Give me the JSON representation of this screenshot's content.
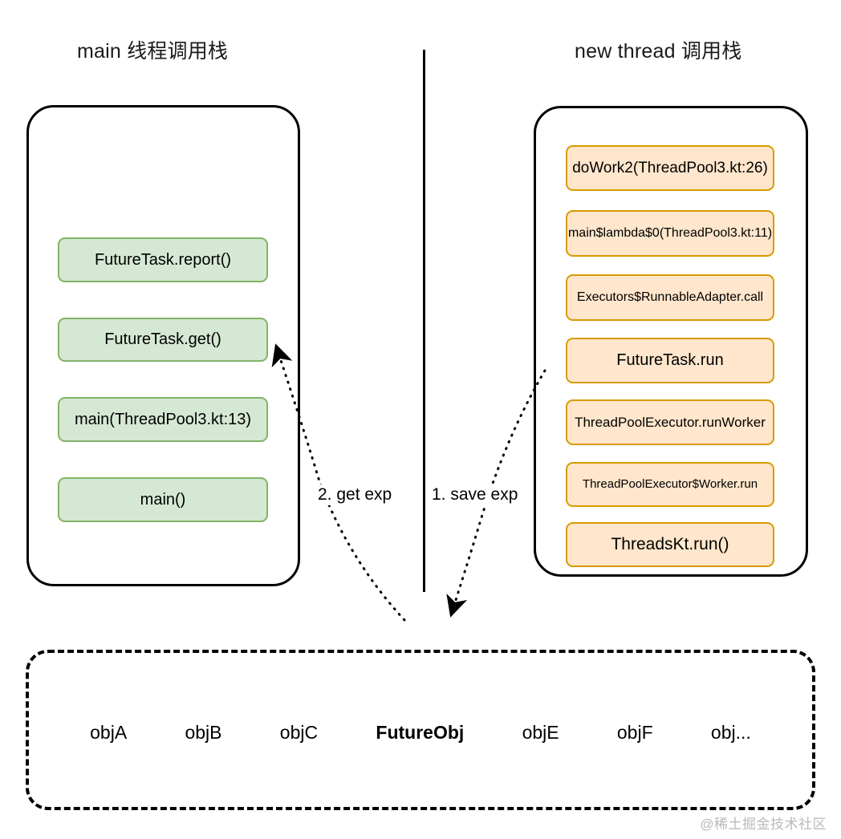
{
  "diagram": {
    "titles": {
      "left": "main 线程调用栈",
      "right": "new thread 调用栈"
    },
    "left_stack": {
      "name": "main-thread-call-stack",
      "frames": [
        {
          "label": "FutureTask.report()"
        },
        {
          "label": "FutureTask.get()"
        },
        {
          "label": "main(ThreadPool3.kt:13)"
        },
        {
          "label": "main()"
        }
      ]
    },
    "right_stack": {
      "name": "new-thread-call-stack",
      "frames": [
        {
          "label": "doWork2(ThreadPool3.kt:26)"
        },
        {
          "label": "main$lambda$0(ThreadPool3.kt:11)"
        },
        {
          "label": "Executors$RunnableAdapter.call"
        },
        {
          "label": "FutureTask.run"
        },
        {
          "label": "ThreadPoolExecutor.runWorker"
        },
        {
          "label": "ThreadPoolExecutor$Worker.run"
        },
        {
          "label": "ThreadsKt.run()"
        }
      ]
    },
    "arrows": [
      {
        "label": "2. get exp",
        "from": "heap-future-obj",
        "to": "FutureTask.get()"
      },
      {
        "label": "1. save exp",
        "from": "FutureTask.run",
        "to": "heap-future-obj"
      }
    ],
    "heap": {
      "objects": [
        "objA",
        "objB",
        "objC",
        "FutureObj",
        "objE",
        "objF",
        "obj..."
      ],
      "highlight_index": 3
    },
    "watermark": "@稀土掘金技术社区",
    "colors": {
      "green_fill": "#d5e8d4",
      "green_border": "#82b366",
      "orange_fill": "#ffe6cc",
      "orange_border": "#d79b00",
      "outline": "#000000",
      "background": "#ffffff",
      "watermark": "#b9b9b9"
    }
  }
}
